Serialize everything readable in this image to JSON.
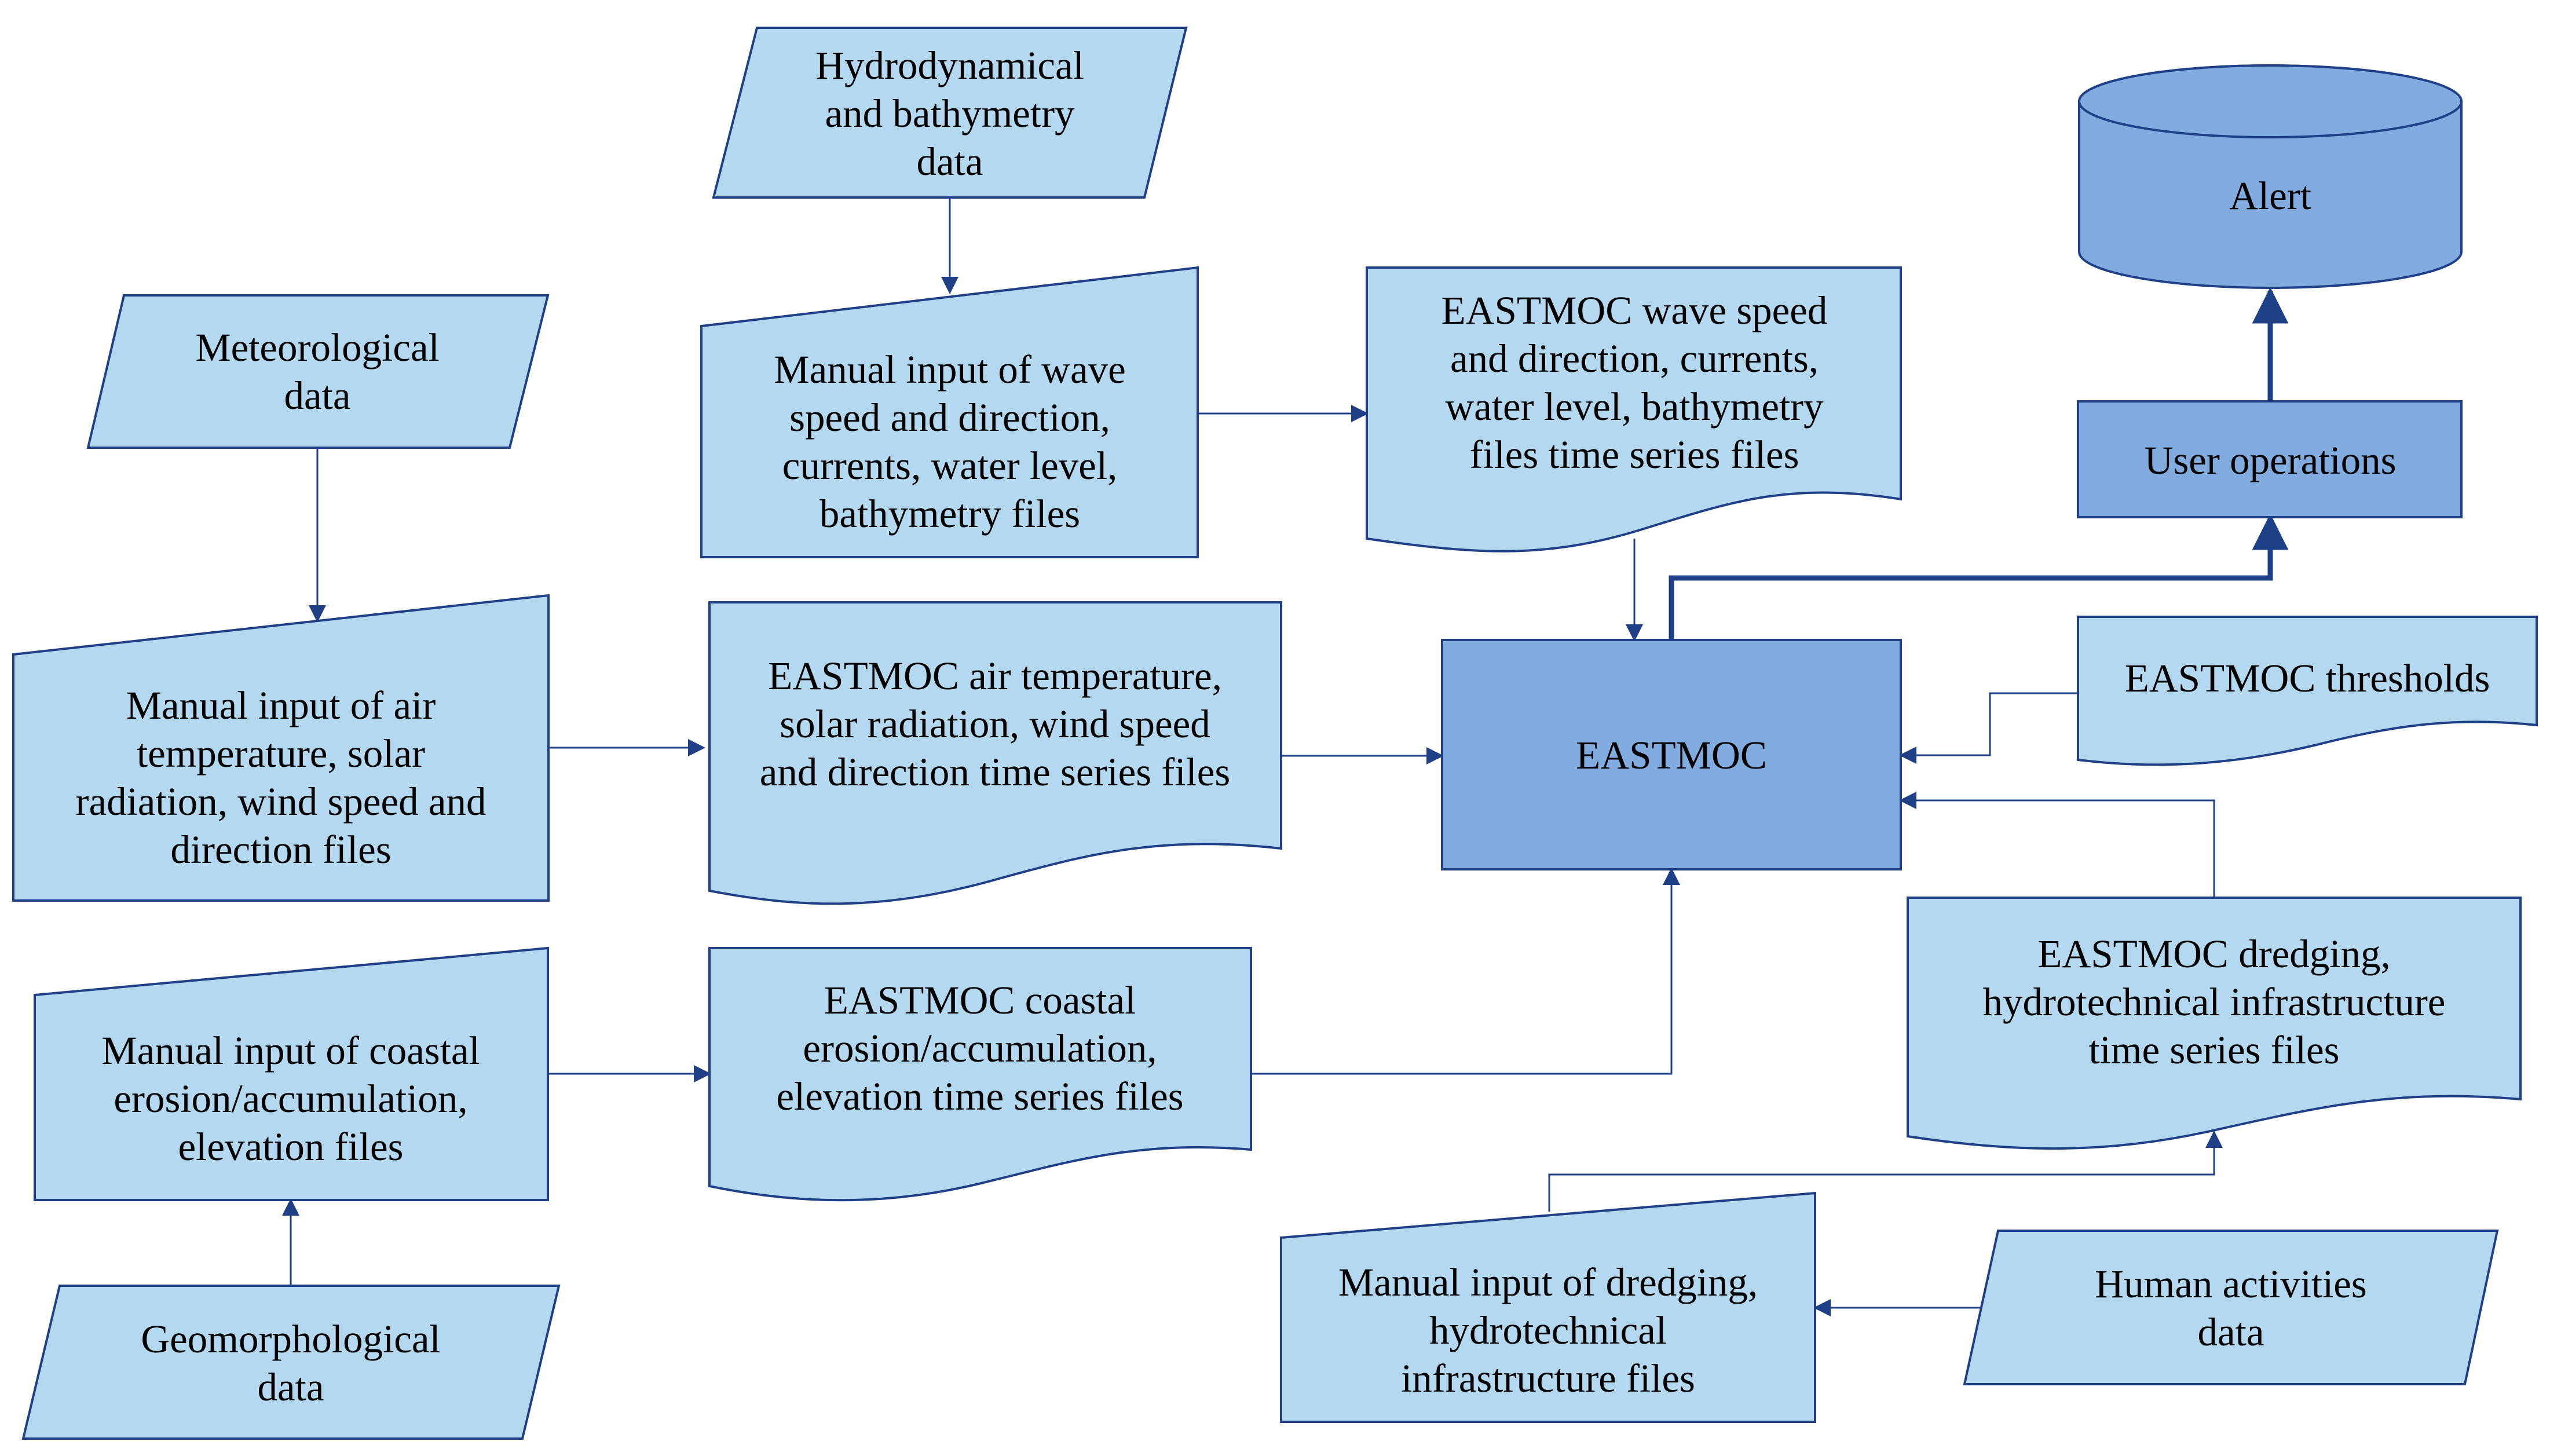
{
  "colors": {
    "light_fill": "#b4d8ef",
    "dark_fill": "#82acdf",
    "stroke": "#1f3f86"
  },
  "shapes": {
    "hydro_data": {
      "kind": "data",
      "lines": [
        "Hydrodynamical",
        "and bathymetry",
        "data"
      ]
    },
    "meteo_data": {
      "kind": "data",
      "lines": [
        "Meteorological",
        "data"
      ]
    },
    "manual_wave": {
      "kind": "manual-input",
      "lines": [
        "Manual input of wave",
        "speed and direction,",
        "currents, water level,",
        "bathymetry files"
      ]
    },
    "wave_series": {
      "kind": "document",
      "lines": [
        "EASTMOC wave speed",
        "and direction, currents,",
        "water level, bathymetry",
        "files time series files"
      ]
    },
    "alert": {
      "kind": "database",
      "lines": [
        "Alert"
      ]
    },
    "user_ops": {
      "kind": "process",
      "lines": [
        "User operations"
      ]
    },
    "manual_air": {
      "kind": "manual-input",
      "lines": [
        "Manual input of air",
        "temperature, solar",
        "radiation, wind speed and",
        "direction files"
      ]
    },
    "air_series": {
      "kind": "document",
      "lines": [
        "EASTMOC air temperature,",
        "solar radiation, wind speed",
        "and direction time series files"
      ]
    },
    "eastmoc": {
      "kind": "process",
      "lines": [
        "EASTMOC"
      ]
    },
    "thresholds": {
      "kind": "document",
      "lines": [
        "EASTMOC thresholds"
      ]
    },
    "manual_coastal": {
      "kind": "manual-input",
      "lines": [
        "Manual input of coastal",
        "erosion/accumulation,",
        "elevation files"
      ]
    },
    "coastal_series": {
      "kind": "document",
      "lines": [
        "EASTMOC coastal",
        "erosion/accumulation,",
        "elevation time series files"
      ]
    },
    "dredging_series": {
      "kind": "document",
      "lines": [
        "EASTMOC dredging,",
        "hydrotechnical infrastructure",
        "time series files"
      ]
    },
    "geo_data": {
      "kind": "data",
      "lines": [
        "Geomorphological",
        "data"
      ]
    },
    "manual_dredging": {
      "kind": "manual-input",
      "lines": [
        "Manual input of dredging,",
        "hydrotechnical",
        "infrastructure files"
      ]
    },
    "human_data": {
      "kind": "data",
      "lines": [
        "Human activities",
        "data"
      ]
    }
  },
  "connections": [
    {
      "from": "hydro_data",
      "to": "manual_wave"
    },
    {
      "from": "manual_wave",
      "to": "wave_series"
    },
    {
      "from": "wave_series",
      "to": "eastmoc"
    },
    {
      "from": "meteo_data",
      "to": "manual_air"
    },
    {
      "from": "manual_air",
      "to": "air_series"
    },
    {
      "from": "air_series",
      "to": "eastmoc"
    },
    {
      "from": "thresholds",
      "to": "eastmoc"
    },
    {
      "from": "dredging_series",
      "to": "eastmoc"
    },
    {
      "from": "geo_data",
      "to": "manual_coastal"
    },
    {
      "from": "manual_coastal",
      "to": "coastal_series"
    },
    {
      "from": "coastal_series",
      "to": "eastmoc"
    },
    {
      "from": "human_data",
      "to": "manual_dredging"
    },
    {
      "from": "manual_dredging",
      "to": "dredging_series"
    },
    {
      "from": "eastmoc",
      "to": "user_ops"
    },
    {
      "from": "user_ops",
      "to": "alert"
    }
  ]
}
